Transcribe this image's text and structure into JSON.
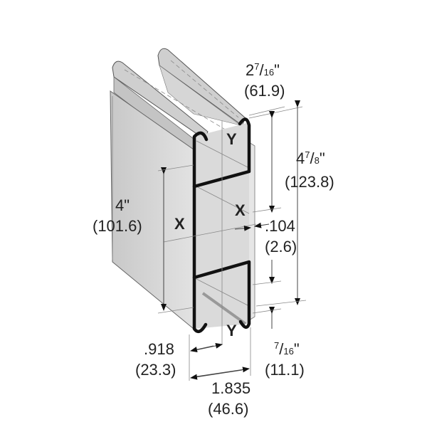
{
  "colors": {
    "steel": "#d9d9d9",
    "steel_dark": "#bdbdbd",
    "outline": "#111111",
    "text": "#222222"
  },
  "labels": {
    "width_whole": "2",
    "width_num": "7",
    "width_den": "16",
    "width_unit": "\"",
    "width_mm": "(61.9)",
    "height_whole": "4",
    "height_num": "7",
    "height_den": "8",
    "height_unit": "\"",
    "height_mm": "(123.8)",
    "flange_in": "4\"",
    "flange_mm": "(101.6)",
    "thick_in": ".104",
    "thick_mm": "(2.6)",
    "half_in": ".918",
    "half_mm": "(23.3)",
    "slot_num": "7",
    "slot_den": "16",
    "slot_unit": "\"",
    "slot_mm": "(11.1)",
    "depth_in": "1.835",
    "depth_mm": "(46.6)",
    "axis_x": "X",
    "axis_y": "Y"
  }
}
